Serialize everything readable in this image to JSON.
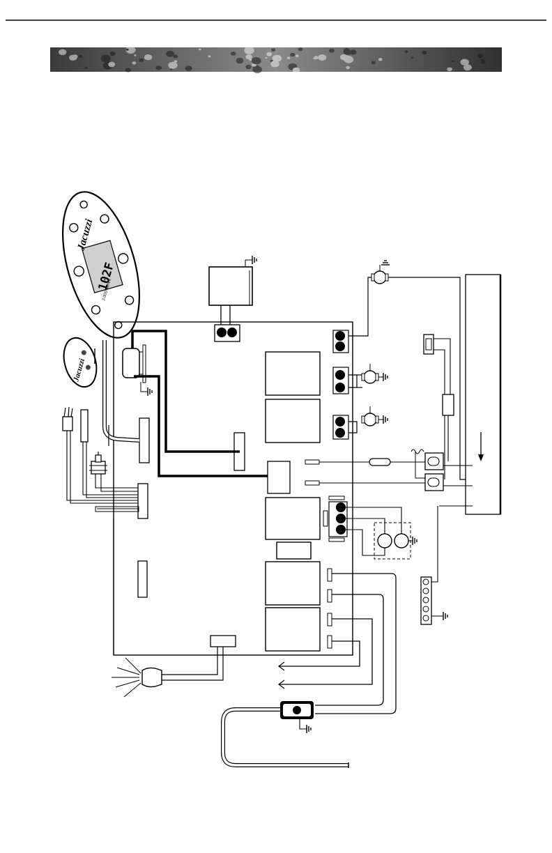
{
  "colors": {
    "line": "#000000",
    "paper": "#ffffff",
    "banner_dark": "#2a2a2a",
    "banner_light": "#d4d4d4",
    "lcd_bg": "#cfcfcf"
  },
  "icons": [
    "ground-symbol-icon",
    "pump-motor-icon",
    "spa-light-icon",
    "arrow-icon"
  ],
  "main_panel": {
    "brand": "Jacuzzi",
    "display_value": "102F",
    "model_text": "J-300 series"
  },
  "aux_panel": {
    "brand": "Jacuzzi"
  }
}
